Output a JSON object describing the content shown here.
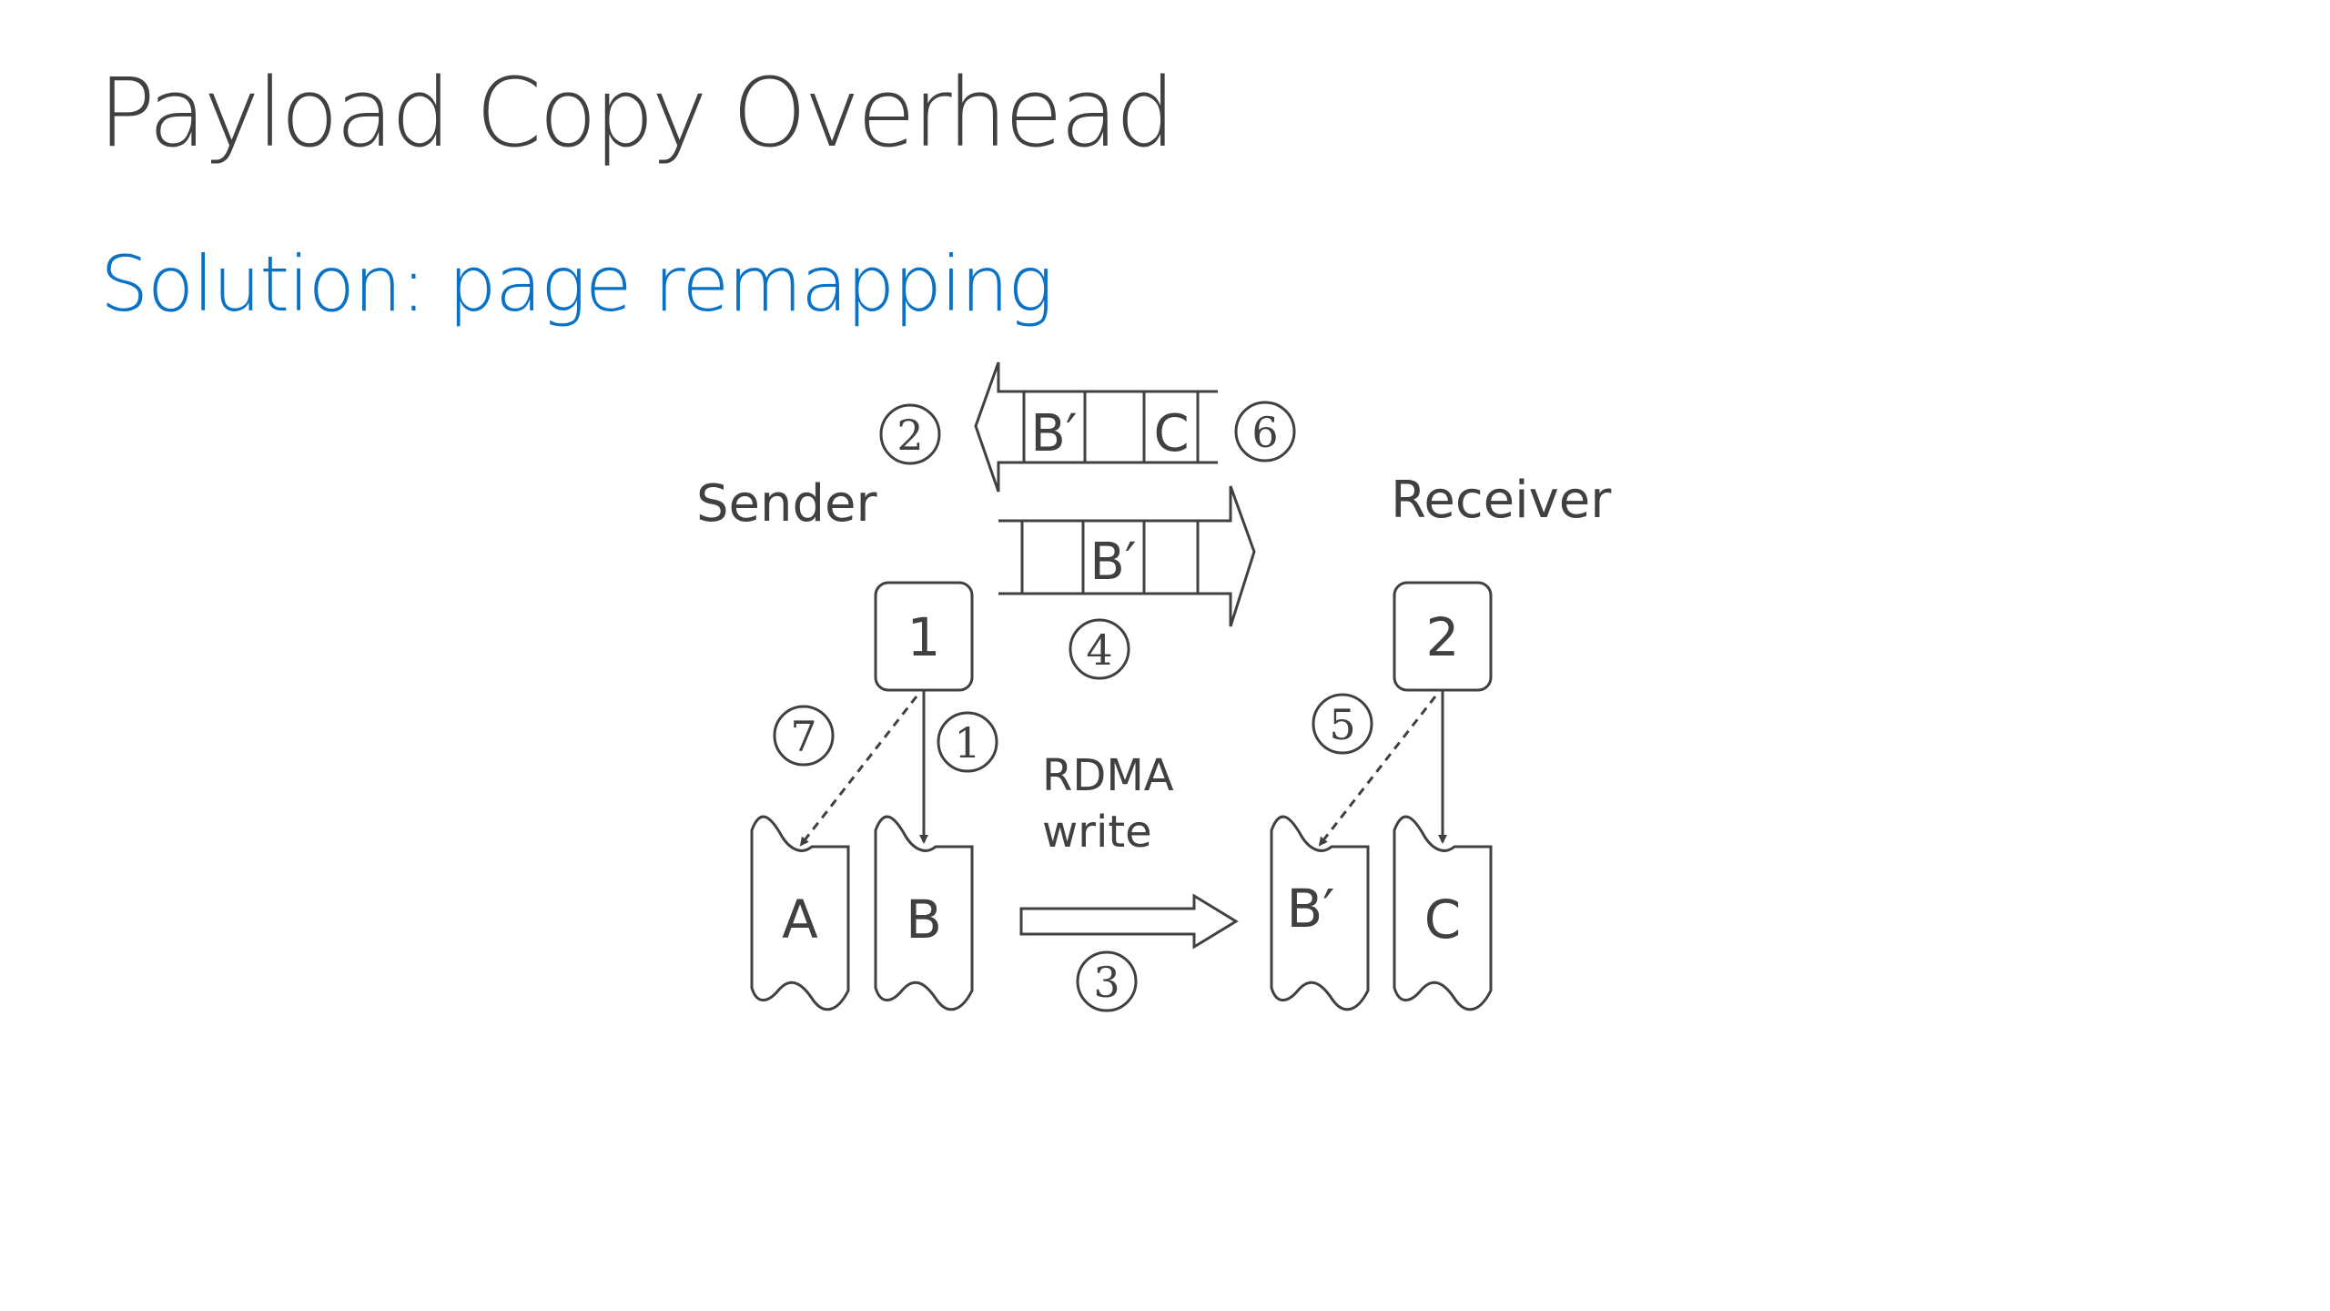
{
  "slide": {
    "title": "Payload Copy Overhead",
    "subtitle": "Solution: page remapping"
  },
  "diagram": {
    "sender_label": "Sender",
    "receiver_label": "Receiver",
    "sender_node": "1",
    "receiver_node": "2",
    "top_queue_cells": [
      "B′",
      "C"
    ],
    "bottom_queue_cell": "B′",
    "rdma_label_line1": "RDMA",
    "rdma_label_line2": "write",
    "sender_buffers": [
      "A",
      "B"
    ],
    "receiver_buffers": [
      "B′",
      "C"
    ],
    "step_labels": {
      "step1": "1",
      "step2": "2",
      "step3": "3",
      "step4": "4",
      "step5": "5",
      "step6": "6",
      "step7": "7"
    },
    "colors": {
      "title": "#404040",
      "subtitle": "#0a72c6",
      "lines": "#404040"
    }
  }
}
